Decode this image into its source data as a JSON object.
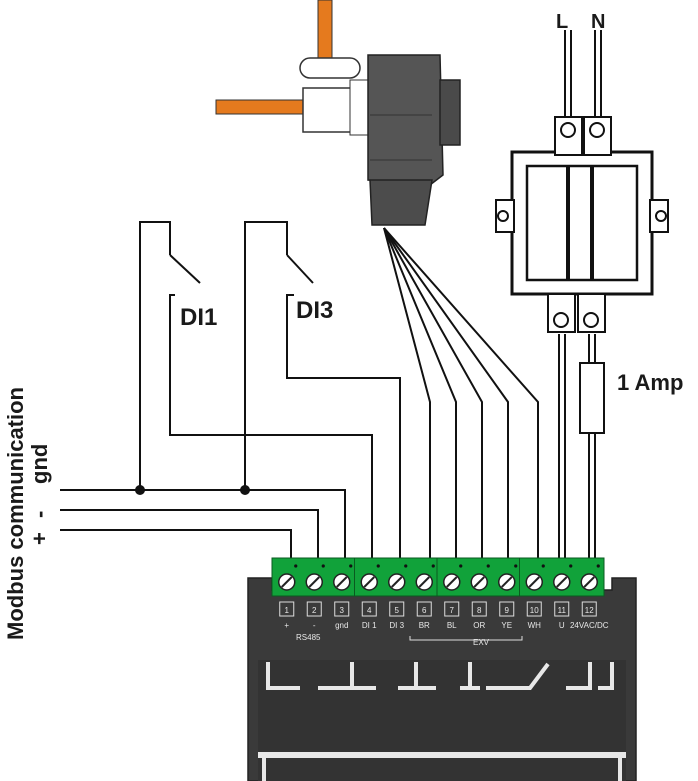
{
  "labels": {
    "l": "L",
    "n": "N",
    "di1": "DI1",
    "di3": "DI3",
    "fuse": "1 Amp",
    "modbus": "Modbus communication",
    "gnd": "gnd",
    "minus": "-",
    "plus": "+"
  },
  "terminals": [
    {
      "num": "1",
      "sign": "+"
    },
    {
      "num": "2",
      "sign": "-"
    },
    {
      "num": "3",
      "sign": "gnd"
    },
    {
      "num": "4",
      "sign": "DI 1"
    },
    {
      "num": "5",
      "sign": "DI 3"
    },
    {
      "num": "6",
      "sign": "BR"
    },
    {
      "num": "7",
      "sign": "BL"
    },
    {
      "num": "8",
      "sign": "OR"
    },
    {
      "num": "9",
      "sign": "YE"
    },
    {
      "num": "10",
      "sign": "WH"
    },
    {
      "num": "11",
      "sign": "U"
    },
    {
      "num": "12",
      "sign": "24VAC/DC"
    }
  ],
  "terminal_groups": {
    "rs485": "RS485",
    "exv": "EXV"
  },
  "colors": {
    "terminal_green": "#11a23a",
    "device_body": "#3a3a3a",
    "pipe_orange": "#e57a1e",
    "valve_body": "#555555"
  }
}
